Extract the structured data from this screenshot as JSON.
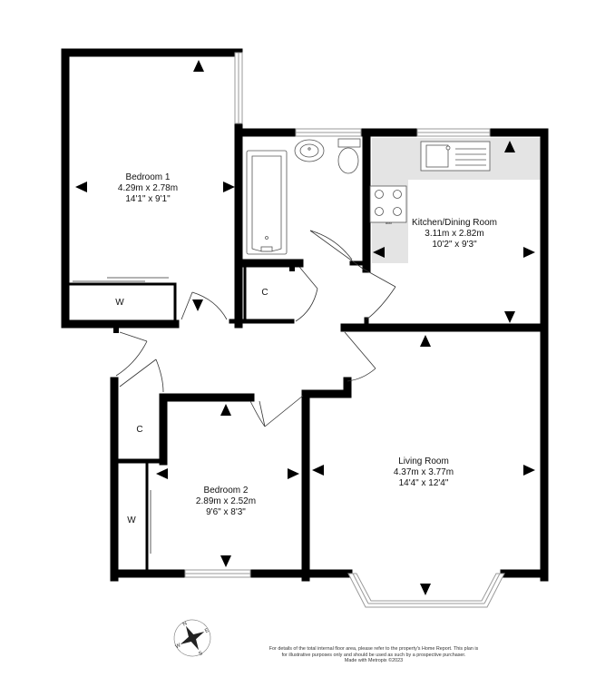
{
  "rooms": {
    "bedroom1": {
      "name": "Bedroom 1",
      "metric": "4.29m  x 2.78m",
      "imperial": "14'1\"  x 9'1\""
    },
    "kitchen": {
      "name": "Kitchen/Dining Room",
      "metric": "3.11m  x 2.82m",
      "imperial": "10'2\"  x 9'3\""
    },
    "living": {
      "name": "Living Room",
      "metric": "4.37m  x 3.77m",
      "imperial": "14'4\"  x 12'4\""
    },
    "bedroom2": {
      "name": "Bedroom 2",
      "metric": "2.89m  x 2.52m",
      "imperial": "9'6\"  x 8'3\""
    }
  },
  "labels": {
    "wardrobe_1": "W",
    "cupboard_1": "C",
    "cupboard_2": "C",
    "wardrobe_2": "W",
    "hob": "ooo"
  },
  "compass": {
    "n": "N",
    "e": "E",
    "s": "S",
    "w": "W"
  },
  "disclaimer": {
    "line1": "For details of the total internal floor area, please refer to the property's Home Report. This plan is",
    "line2": "for illustrative purposes only and should be used as such by a prospective purchaser.",
    "line3": "Made with Metropix ©2023"
  },
  "colors": {
    "wall": "#000000",
    "kitchen_floor": "#e4e4e4",
    "window": "#b8b8b8",
    "marker": "#000000"
  }
}
